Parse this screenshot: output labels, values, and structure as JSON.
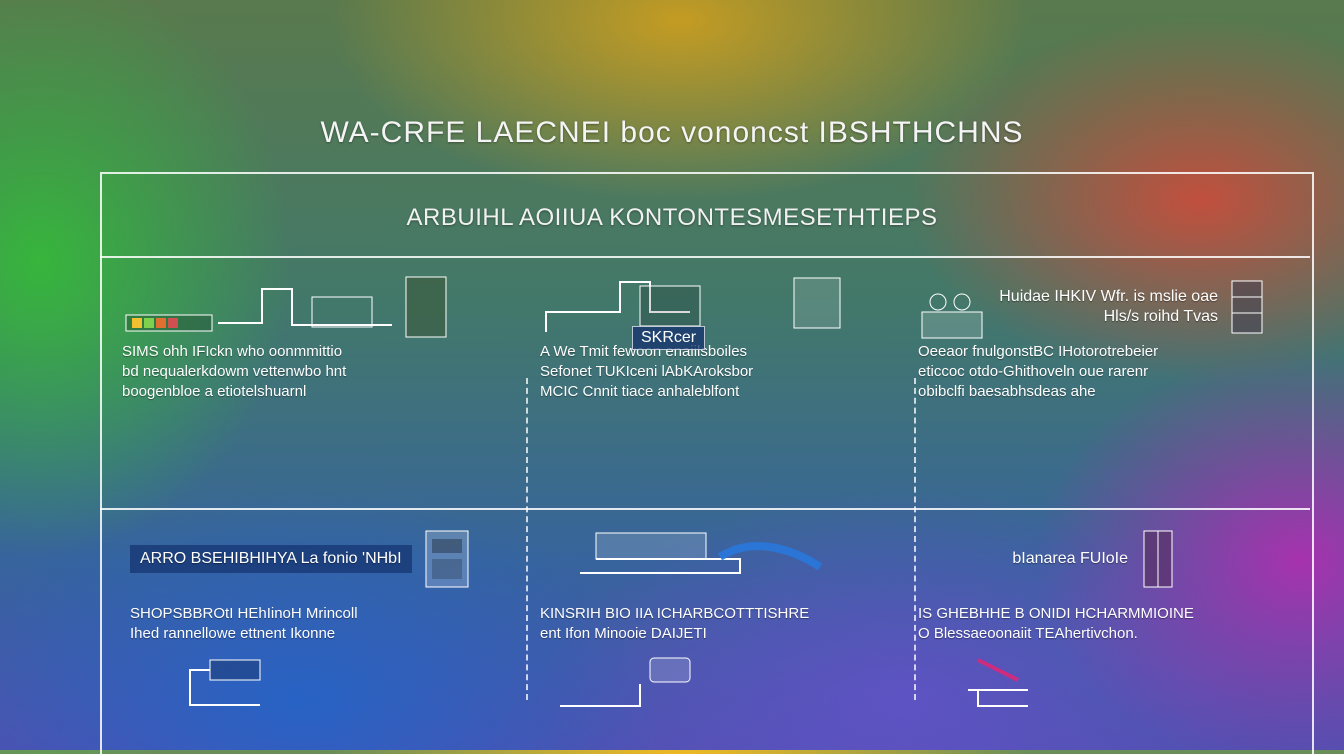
{
  "title": "WA-CRFE LAECNEI boc vononcst IBSHTHCHNS",
  "subtitle": "ARBUIHL AOIIUA KONTONTESMESETHTIEPS",
  "cells": [
    {
      "text": [
        "SIMS ohh IFIckn who oonmmittio",
        "bd nequalerkdowm vettenwbo hnt",
        "boogenbloe a etiotelshuarnl"
      ]
    },
    {
      "label": "SKRcer",
      "text": [
        "A We Tmit fewoon enaiilsboiles",
        "Sefonet TUKIceni lAbKAroksbor",
        "MCIC Cnnit tiace anhaleblfont"
      ]
    },
    {
      "label": "Huidae IHKIV Wfr. is mslie oae Hls/s roihd Tvas",
      "text": [
        "Oeeaor fnulgonstBC IHotorotrebeier",
        "eticcoc otdo-Ghithoveln oue rarenr",
        "obibclfi baesabhsdeas ahe"
      ]
    },
    {
      "label": "ARRO BSEHIBHIHYA La fonio 'NHbI",
      "text": [
        "SHOPSBBROtI HEhIinoH Mrincoll",
        "Ihed rannellowe ettnent Ikonne"
      ]
    },
    {
      "text": [
        "KINSRIH BIO IIA ICHARBCOTTTISHRE",
        "ent Ifon Minooie DAIJETI"
      ]
    },
    {
      "label": "bIanarea FUIoIe",
      "text": [
        "IS GHEBHHE B ONIDI HCHARMMIOINE",
        "O Blessaeoonaiit TEAhertivchon."
      ]
    }
  ]
}
